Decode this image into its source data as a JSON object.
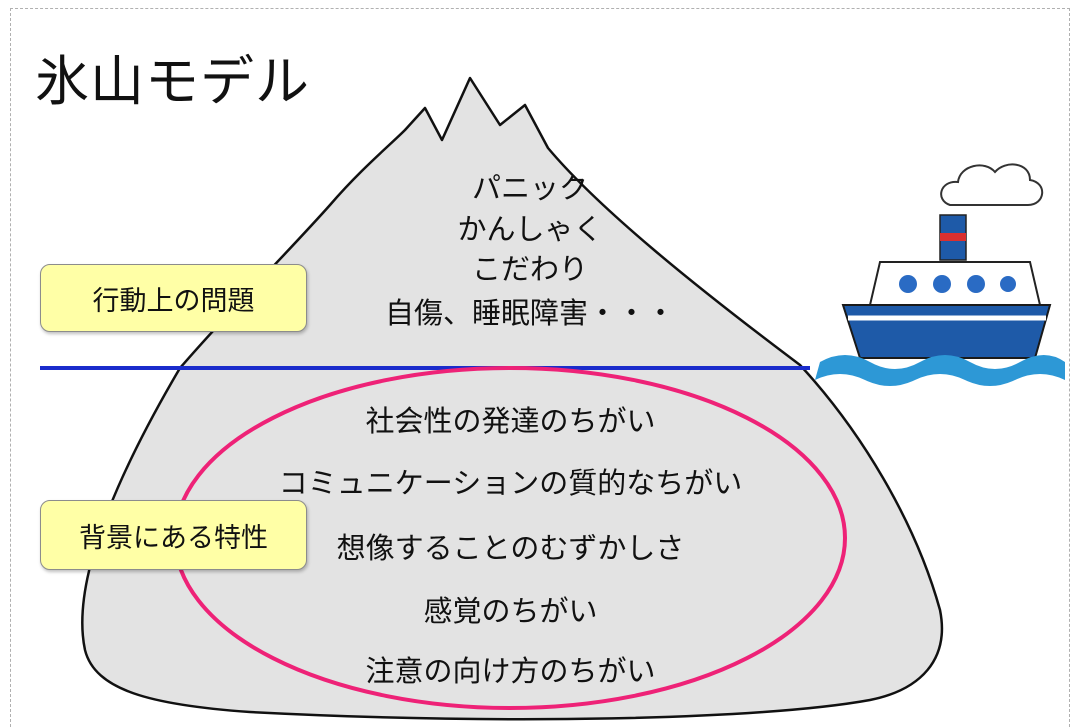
{
  "title": "氷山モデル",
  "labels": {
    "behavior": "行動上の問題",
    "background": "背景にある特性"
  },
  "above_water": [
    "パニック",
    "かんしゃく",
    "こだわり",
    "自傷、睡眠障害・・・"
  ],
  "below_water": [
    "社会性の発達のちがい",
    "コミュニケーションの質的なちがい",
    "想像することのむずかしさ",
    "感覚のちがい",
    "注意の向け方のちがい"
  ],
  "colors": {
    "iceberg": "#e3e3e3",
    "waterline": "#1a2ccc",
    "ellipse": "#ee2277",
    "label_bg": "#ffffa6",
    "ship_hull": "#1e5aa8",
    "sea": "#2d98d6"
  },
  "icons": {
    "ship": "ship-icon"
  }
}
